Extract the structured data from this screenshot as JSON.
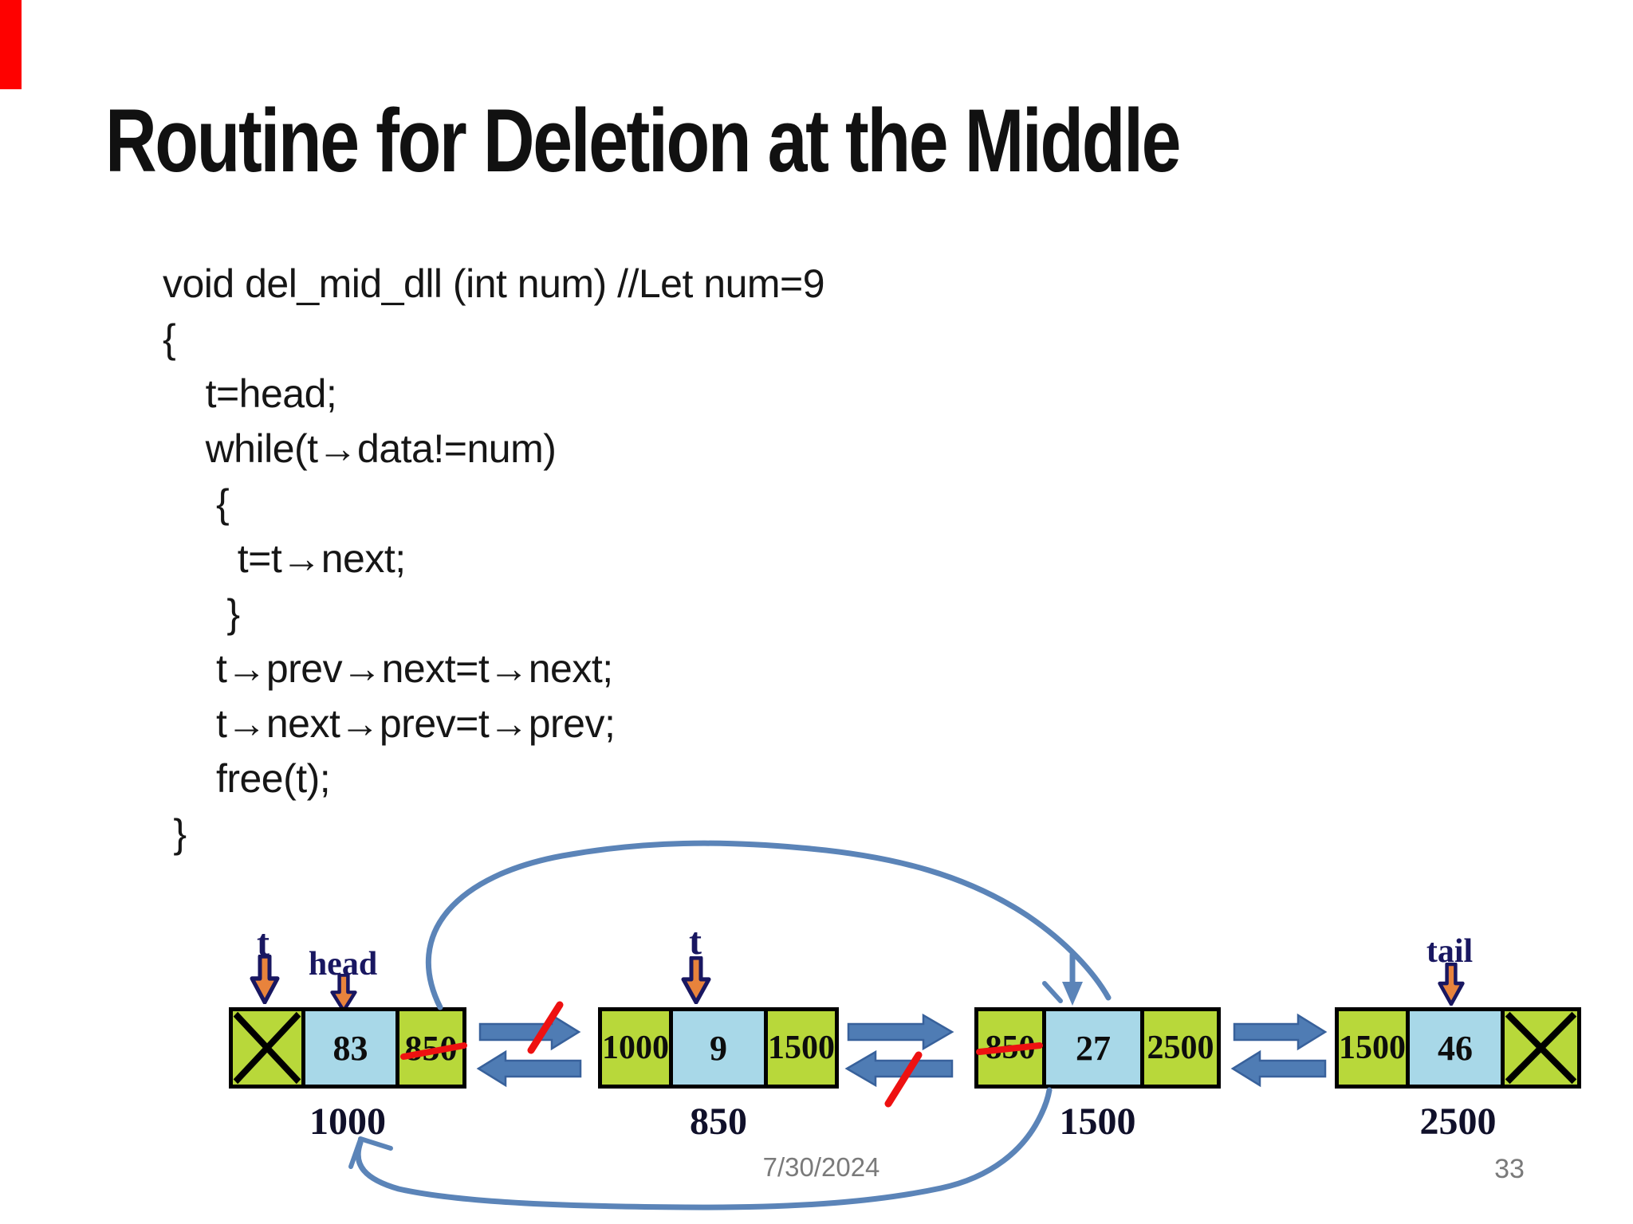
{
  "slide": {
    "title": "Routine for Deletion at the Middle",
    "footer": {
      "date": "7/30/2024",
      "page_number": "33"
    }
  },
  "code": {
    "lines": [
      "void del_mid_dll (int num) //Let num=9",
      "{",
      "    t=head;",
      "    while(t→data!=num)",
      "     {",
      "       t=t→next;",
      "      }",
      "     t→prev→next=t→next;",
      "     t→next→prev=t→prev;",
      "     free(t);",
      " }"
    ]
  },
  "diagram": {
    "description": "Doubly linked list: node with data 9 at address 850 being deleted; neighbour pointers bypass it",
    "nodes": [
      {
        "prev": "",
        "data": "83",
        "next": "850",
        "address": "1000",
        "prev_is_null": true,
        "next_struck": true
      },
      {
        "prev": "1000",
        "data": "9",
        "next": "1500",
        "address": "850"
      },
      {
        "prev": "850",
        "data": "27",
        "next": "2500",
        "address": "1500",
        "prev_struck": true
      },
      {
        "prev": "1500",
        "data": "46",
        "next": "",
        "address": "2500",
        "next_is_null": true
      }
    ],
    "pointer_labels": {
      "t1": "t",
      "head": "head",
      "t2": "t",
      "tail": "tail"
    },
    "colors": {
      "cell_green": "#b8d83a",
      "cell_blue": "#a8d8e8",
      "arrow_blue": "#4f7cb4",
      "curve_blue": "#5b84b8",
      "strike_red": "#ee1111",
      "label_navy": "#191761",
      "label_orange": "#e8833c",
      "accent_red": "#fe0100"
    }
  }
}
